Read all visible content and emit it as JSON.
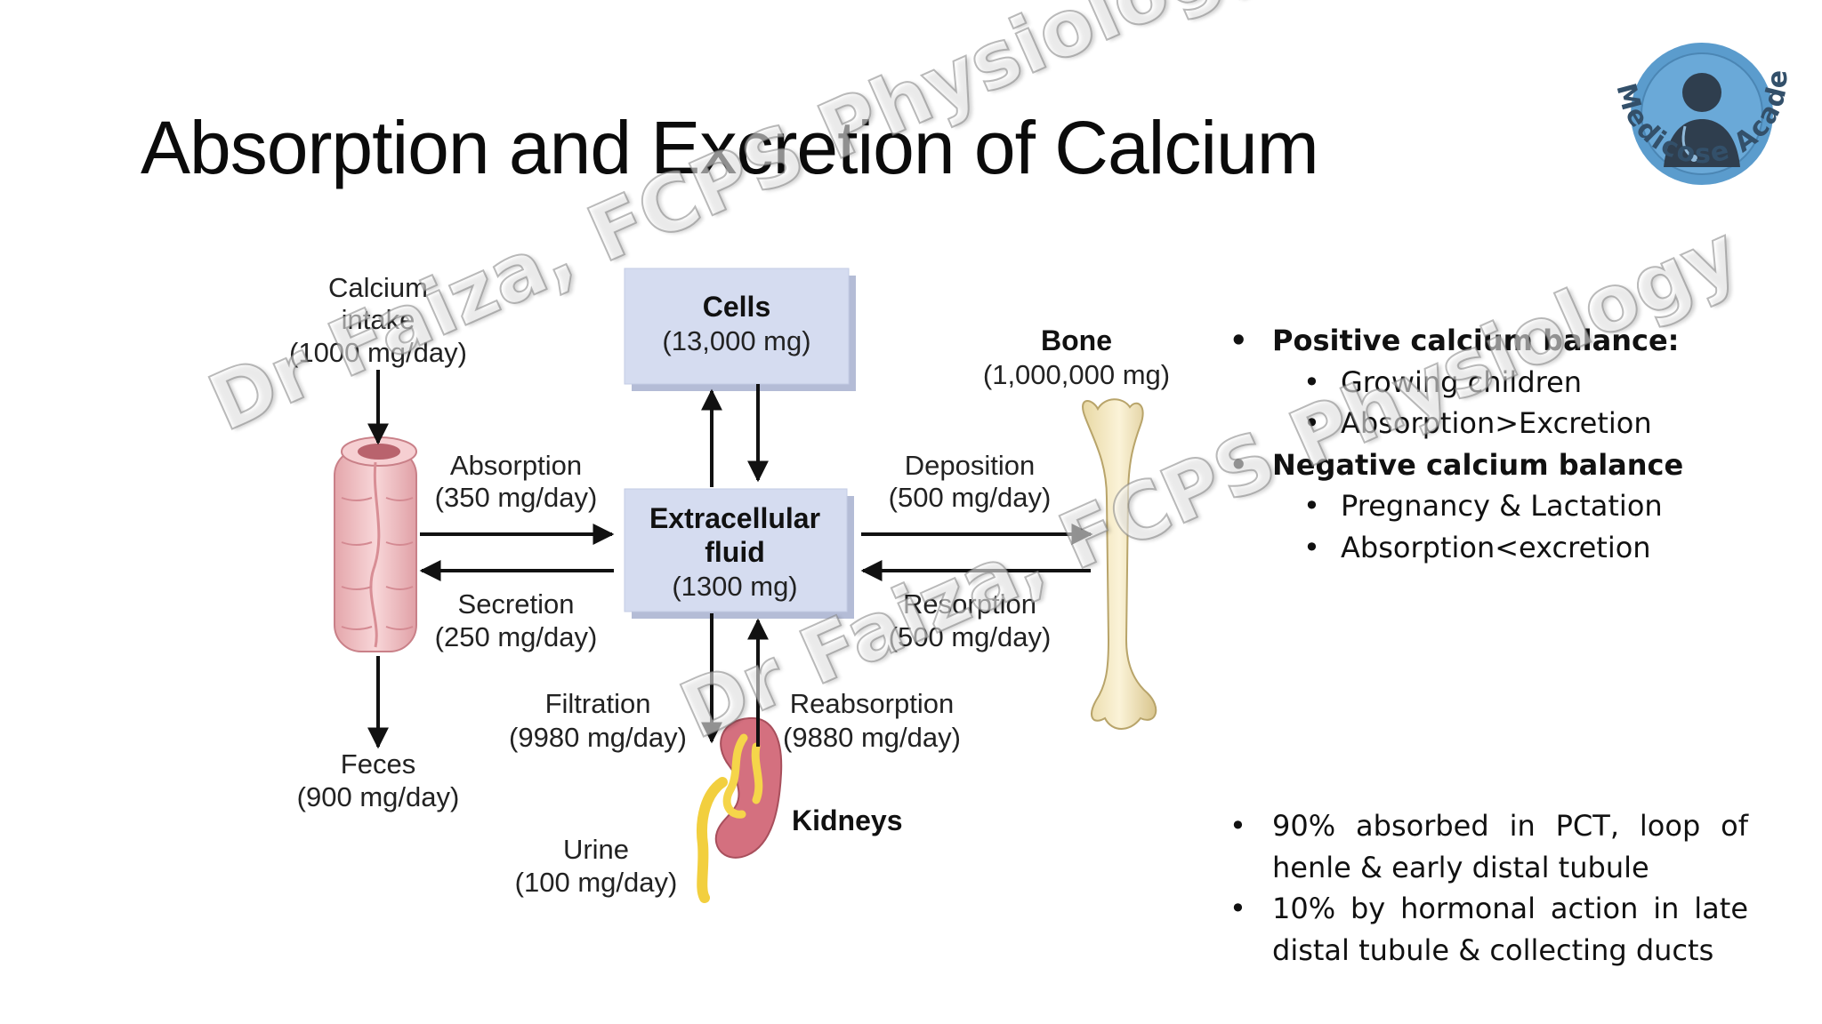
{
  "slide": {
    "title": "Absorption and Excretion of Calcium",
    "watermark": "Dr Faiza, FCPS Physiology",
    "logo": {
      "text": "Medicose Academics",
      "icon": "doctor-silhouette-icon"
    }
  },
  "diagram": {
    "intake": {
      "line1": "Calcium",
      "line2": "intake",
      "line3": "(1000 mg/day)"
    },
    "cells": {
      "name": "Cells",
      "amount": "(13,000 mg)"
    },
    "ecf": {
      "line1": "Extracellular",
      "line2": "fluid",
      "amount": "(1300 mg)"
    },
    "bone": {
      "name": "Bone",
      "amount": "(1,000,000 mg)"
    },
    "absorption": {
      "label": "Absorption",
      "rate": "(350 mg/day)"
    },
    "secretion": {
      "label": "Secretion",
      "rate": "(250 mg/day)"
    },
    "deposition": {
      "label": "Deposition",
      "rate": "(500 mg/day)"
    },
    "resorption": {
      "label": "Resorption",
      "rate": "(500 mg/day)"
    },
    "filtration": {
      "label": "Filtration",
      "rate": "(9980 mg/day)"
    },
    "reabsorption": {
      "label": "Reabsorption",
      "rate": "(9880 mg/day)"
    },
    "feces": {
      "label": "Feces",
      "rate": "(900 mg/day)"
    },
    "urine": {
      "label": "Urine",
      "rate": "(100 mg/day)"
    },
    "kidneys": {
      "label": "Kidneys"
    },
    "colors": {
      "box_fill": "#d5dcf0",
      "box_shadow": "#b4bcd6",
      "intestine": "#f1c3c6",
      "bone": "#f1e4b8",
      "kidney": "#d4707f",
      "arrow": "#111111"
    }
  },
  "balance": {
    "positive": {
      "heading": "Positive calcium balance:",
      "items": [
        "Growing children",
        "Absorption>Excretion"
      ]
    },
    "negative": {
      "heading": "Negative calcium balance",
      "items": [
        "Pregnancy & Lactation",
        "Absorption<excretion"
      ]
    }
  },
  "notes": [
    "90% absorbed in PCT, loop of henle & early distal tubule",
    "10% by hormonal action in late distal tubule & collecting ducts"
  ]
}
